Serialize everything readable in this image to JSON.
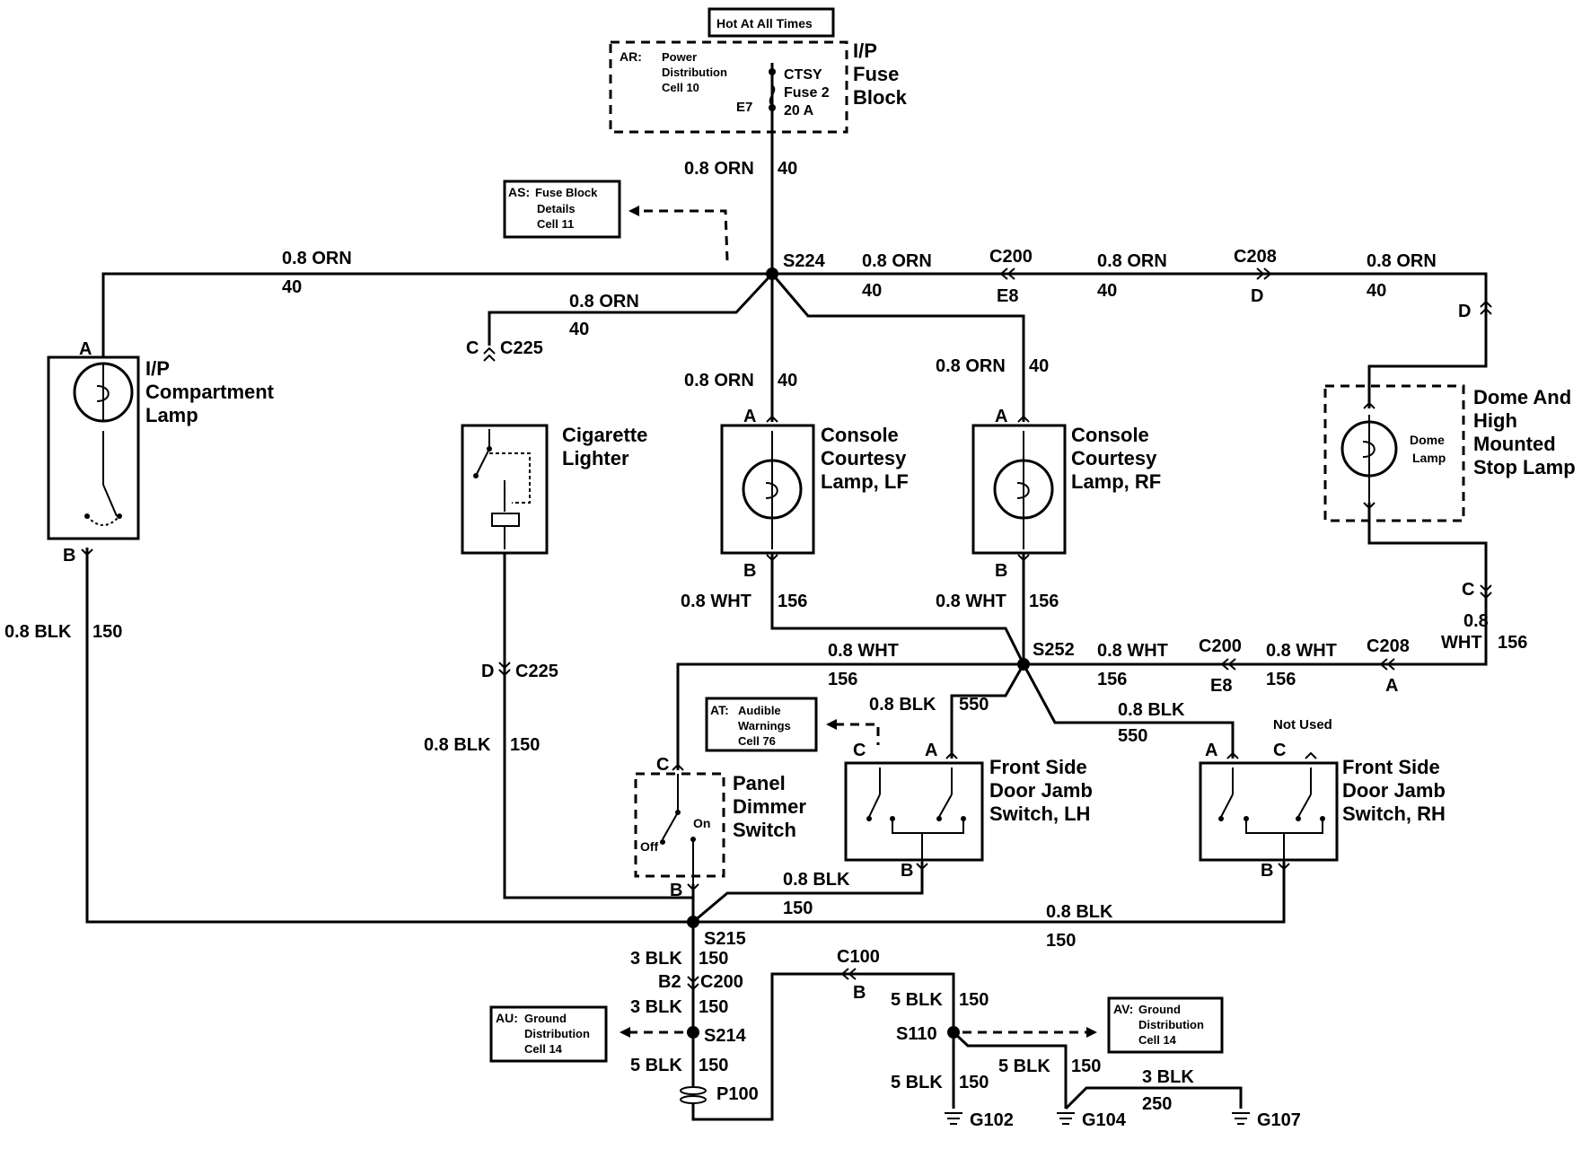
{
  "top": {
    "hot": "Hot At All Times"
  },
  "fuse": {
    "pin": "E7",
    "line1": "CTSY",
    "line2": "Fuse 2",
    "line3": "20 A"
  },
  "fuse_block": {
    "line1": "I/P",
    "line2": "Fuse",
    "line3": "Block"
  },
  "refs": {
    "ar": {
      "code": "AR:",
      "line1": "Power",
      "line2": "Distribution",
      "line3": "Cell 10"
    },
    "as": {
      "code": "AS:",
      "line1": "Fuse Block",
      "line2": "Details",
      "line3": "Cell 11"
    },
    "at": {
      "code": "AT:",
      "line1": "Audible",
      "line2": "Warnings",
      "line3": "Cell 76"
    },
    "au": {
      "code": "AU:",
      "line1": "Ground",
      "line2": "Distribution",
      "line3": "Cell 14"
    },
    "av": {
      "code": "AV:",
      "line1": "Ground",
      "line2": "Distribution",
      "line3": "Cell 14"
    }
  },
  "splices": {
    "s224": "S224",
    "s252": "S252",
    "s215": "S215",
    "s214": "S214",
    "s110": "S110",
    "p100": "P100"
  },
  "connectors": {
    "c200_top": {
      "name": "C200",
      "pin": "E8"
    },
    "c208_top": {
      "name": "C208",
      "pin": "D"
    },
    "c225_top": {
      "name": "C225",
      "pin": "C"
    },
    "c225_bottom": {
      "name": "C225",
      "pin": "D"
    },
    "c200_lower": {
      "name": "C200",
      "pin": "E8"
    },
    "c208_lower": {
      "name": "C208",
      "pin": "A"
    },
    "c200_b2": {
      "name": "C200",
      "pin": "B2"
    },
    "c100": {
      "name": "C100",
      "pin": "B"
    }
  },
  "pins": {
    "ip_a": "A",
    "ip_b": "B",
    "lf_a": "A",
    "lf_b": "B",
    "rf_a": "A",
    "rf_b": "B",
    "dome_d": "D",
    "dome_c": "C",
    "dimmer_c": "C",
    "dimmer_b": "B",
    "lh_c": "C",
    "lh_a": "A",
    "lh_b": "B",
    "rh_a": "A",
    "rh_c": "C",
    "rh_b": "B"
  },
  "wires": {
    "main": {
      "size": "0.8 ORN",
      "circuit": "40"
    },
    "left": {
      "size": "0.8 ORN",
      "circuit": "40"
    },
    "r1": {
      "size": "0.8 ORN",
      "circuit": "40"
    },
    "r2": {
      "size": "0.8 ORN",
      "circuit": "40"
    },
    "r3": {
      "size": "0.8 ORN",
      "circuit": "40"
    },
    "lighter": {
      "size": "0.8 ORN",
      "circuit": "40"
    },
    "lf": {
      "size": "0.8 ORN",
      "circuit": "40"
    },
    "rf": {
      "size": "0.8 ORN",
      "circuit": "40"
    },
    "ip_gnd": {
      "size": "0.8 BLK",
      "circuit": "150"
    },
    "lf_lower": {
      "size": "0.8 WHT",
      "circuit": "156"
    },
    "rf_lower": {
      "size": "0.8 WHT",
      "circuit": "156"
    },
    "dome_lower": {
      "size1": "0.8",
      "size2": "WHT",
      "circuit": "156"
    },
    "s252_left": {
      "size": "0.8 WHT",
      "circuit": "156"
    },
    "s252_right": {
      "size": "0.8 WHT",
      "circuit": "156"
    },
    "dome_link": {
      "size": "0.8 WHT",
      "circuit": "156"
    },
    "lighter_gnd": {
      "size": "0.8 BLK",
      "circuit": "150"
    },
    "lh_550": {
      "size": "0.8 BLK",
      "circuit": "550"
    },
    "rh_550": {
      "size": "0.8 BLK",
      "circuit": "550"
    },
    "lh_gnd": {
      "size": "0.8 BLK",
      "circuit": "150"
    },
    "rh_gnd": {
      "size": "0.8 BLK",
      "circuit": "150"
    },
    "s215_down": {
      "size": "3 BLK",
      "circuit": "150"
    },
    "s214_up": {
      "size": "3 BLK",
      "circuit": "150"
    },
    "s214_down": {
      "size": "5 BLK",
      "circuit": "150"
    },
    "s110_up": {
      "size": "5 BLK",
      "circuit": "150"
    },
    "g102": {
      "size": "5 BLK",
      "circuit": "150"
    },
    "g104": {
      "size": "5 BLK",
      "circuit": "150"
    },
    "g107": {
      "size": "3 BLK",
      "circuit": "250"
    }
  },
  "components": {
    "ip_lamp": {
      "line1": "I/P",
      "line2": "Compartment",
      "line3": "Lamp"
    },
    "lighter": {
      "line1": "Cigarette",
      "line2": "Lighter"
    },
    "console_lf": {
      "line1": "Console",
      "line2": "Courtesy",
      "line3": "Lamp, LF"
    },
    "console_rf": {
      "line1": "Console",
      "line2": "Courtesy",
      "line3": "Lamp, RF"
    },
    "dome": {
      "inner1": "Dome",
      "inner2": "Lamp",
      "line1": "Dome And",
      "line2": "High",
      "line3": "Mounted",
      "line4": "Stop Lamp"
    },
    "dimmer": {
      "line1": "Panel",
      "line2": "Dimmer",
      "line3": "Switch",
      "on": "On",
      "off": "Off"
    },
    "door_lh": {
      "line1": "Front Side",
      "line2": "Door Jamb",
      "line3": "Switch, LH"
    },
    "door_rh": {
      "line1": "Front Side",
      "line2": "Door Jamb",
      "line3": "Switch, RH",
      "not_used": "Not Used"
    }
  },
  "grounds": {
    "g102": "G102",
    "g104": "G104",
    "g107": "G107"
  }
}
